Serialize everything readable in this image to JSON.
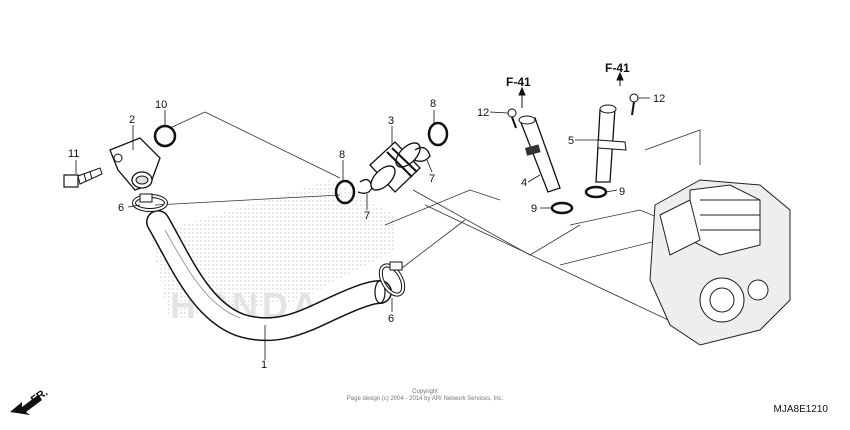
{
  "diagram": {
    "callouts": {
      "c1": "1",
      "c2": "2",
      "c3": "3",
      "c4": "4",
      "c5": "5",
      "c6a": "6",
      "c6b": "6",
      "c7a": "7",
      "c7b": "7",
      "c8a": "8",
      "c8b": "8",
      "c9a": "9",
      "c9b": "9",
      "c10": "10",
      "c11": "11",
      "c12a": "12",
      "c12b": "12"
    },
    "references": {
      "left": "F-41",
      "right": "F-41"
    },
    "front_label": "FR.",
    "watermark": "HONDA",
    "copyright_line1": "Copyright",
    "copyright_line2": "Page design (c) 2004 - 2014 by ARI Network Services, Inc.",
    "diagram_code": "MJA8E1210"
  }
}
